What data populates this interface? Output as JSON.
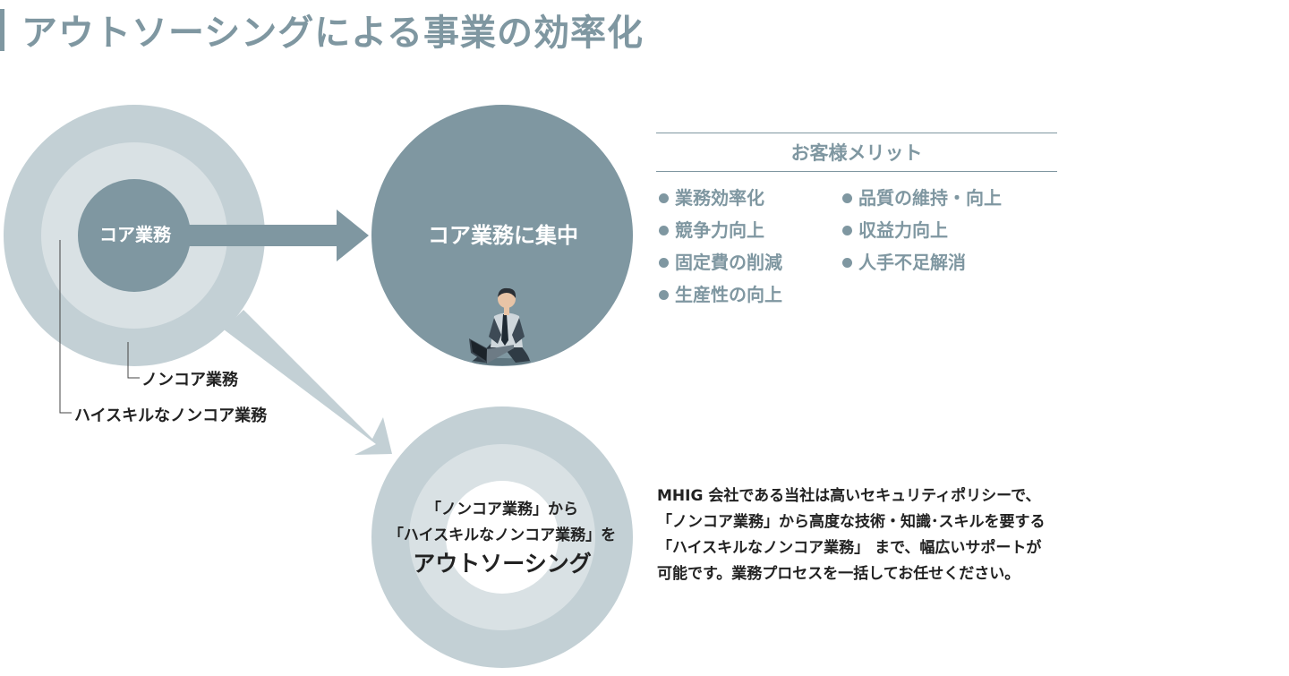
{
  "title": "アウトソーシングによる事業の効率化",
  "diagram": {
    "core_label": "コア業務",
    "focus_label": "コア業務に集中",
    "noncore_label": "ノンコア業務",
    "highskill_label": "ハイスキルなノンコア業務",
    "outsourcing_line1": "「ノンコア業務」から",
    "outsourcing_line2": "「ハイスキルなノンコア業務」を",
    "outsourcing_line3": "アウトソーシング",
    "colors": {
      "outer": "#c3d0d5",
      "middle": "#d9e1e4",
      "core": "#7f97a1",
      "arrow_main": "#7f97a1",
      "arrow_light": "#c3d0d5"
    }
  },
  "benefits": {
    "title": "お客様メリット",
    "left": [
      "業務効率化",
      "競争力向上",
      "固定費の削減",
      "生産性の向上"
    ],
    "right": [
      "品質の維持・向上",
      "収益力向上",
      "人手不足解消"
    ]
  },
  "description": [
    "MHIG 会社である当社は高いセキュリティポリシーで、",
    "「ノンコア業務」から高度な技術・知識･スキルを要する",
    "「ハイスキルなノンコア業務」 まで、幅広いサポートが",
    "可能です。業務プロセスを一括してお任せください。"
  ],
  "icons": [
    "person-laptop-icon"
  ]
}
